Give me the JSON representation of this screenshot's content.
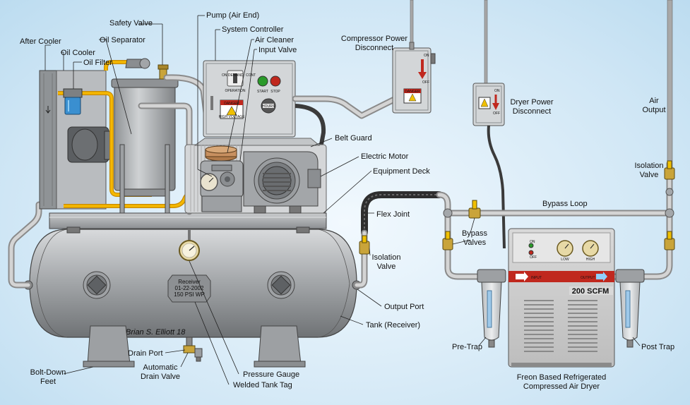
{
  "labels": {
    "safety_valve": "Safety Valve",
    "pump_air_end": "Pump (Air End)",
    "system_controller": "System Controller",
    "after_cooler": "After Cooler",
    "oil_separator": "Oil Separator",
    "air_cleaner": "Air Cleaner",
    "input_valve": "Input Valve",
    "oil_cooler": "Oil Cooler",
    "oil_filter": "Oil Filter",
    "compressor_power_disconnect": [
      "Compressor Power",
      "Disconnect"
    ],
    "dryer_power_disconnect": [
      "Dryer Power",
      "Disconnect"
    ],
    "air_output": [
      "Air",
      "Output"
    ],
    "belt_guard": "Belt Guard",
    "electric_motor": "Electric Motor",
    "equipment_deck": "Equipment Deck",
    "isolation_valve_right": [
      "Isolation",
      "Valve"
    ],
    "bypass_loop": "Bypass Loop",
    "flex_joint": "Flex Joint",
    "bypass_valves": [
      "Bypass",
      "Valves"
    ],
    "isolation_valve_mid": [
      "Isolation",
      "Valve"
    ],
    "output_port": "Output Port",
    "tank_receiver": "Tank (Receiver)",
    "pre_trap": "Pre-Trap",
    "post_trap": "Post Trap",
    "drain_port": "Drain Port",
    "automatic_drain_valve": [
      "Automatic",
      "Drain Valve"
    ],
    "pressure_gauge": "Pressure Gauge",
    "welded_tank_tag": "Welded Tank Tag",
    "bolt_down_feet": [
      "Bolt-Down",
      "Feet"
    ],
    "dryer_caption": [
      "Freon Based Refrigerated",
      "Compressed Air Dryer"
    ]
  },
  "device_text": {
    "danger": "DANGER",
    "high_voltage": "HIGH VOLTAGE",
    "on": "ON",
    "off": "OFF",
    "start": "START",
    "stop": "STOP",
    "cont": "CONT",
    "on_demand": "ON DEMAND",
    "operation": "OPERATION",
    "hour_meter": "HOURS",
    "input": "INPUT",
    "output": "OUTPUT",
    "dryer_rating": "200 SCFM",
    "gauge_low": "LOW",
    "gauge_high": "HIGH",
    "tank_tag": [
      "Receiver",
      "01-22-2002",
      "150 PSI WP"
    ],
    "signature": "Brian S. Elliott 18"
  },
  "colors": {
    "background": "#d8ecf8",
    "metal": "#b9bcbf",
    "oil_line": "#f5b800",
    "danger": "#f0c000",
    "switch_arrow": "#c0281e",
    "dryer_stripe": "#c0281e",
    "indicator_on": "#2a9a2a",
    "indicator_off": "#c0281e"
  }
}
